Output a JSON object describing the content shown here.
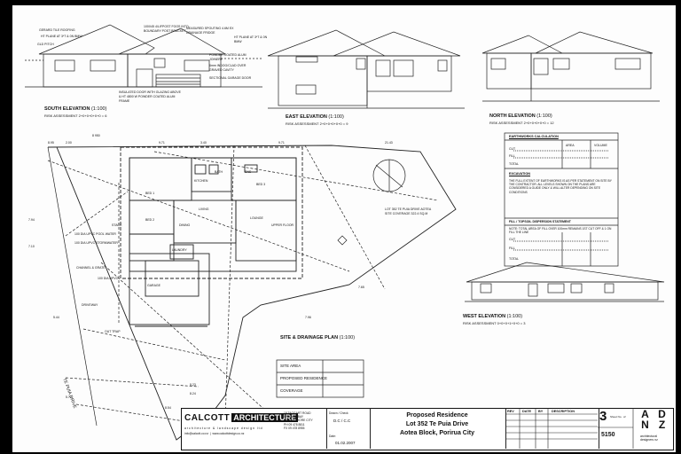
{
  "elevations": {
    "south": {
      "title": "SOUTH ELEVATION",
      "scale": "(1:100)",
      "risk": "RISK ASSESSMENT  2+0+0+0+0+0 = 6"
    },
    "east": {
      "title": "EAST ELEVATION",
      "scale": "(1:100)",
      "risk": "RISK ASSESSMENT  2+0+0+0+0+0 = 9"
    },
    "north": {
      "title": "NORTH ELEVATION",
      "scale": "(1:100)",
      "risk": "RISK ASSESSMENT  2+0+0+0+0+0 = 12"
    },
    "west": {
      "title": "WEST ELEVATION",
      "scale": "(1:100)",
      "risk": "RISK ASSESSMENT  0+0+0+1+0+0 = 3"
    }
  },
  "south_notes": [
    "GERARD TILE ROOFING",
    "HT PLANE AT 3*T & 0N BMW",
    "GLD PITCH",
    "100X45 4/LIFPOST FOOS INTO BOUNDARY POST BRACKET",
    "MEASURED SPOUTING 4.6M EX DRAINAGE FRIDGE",
    "HT PLANE AT 3*T & 0N BMW",
    "POWDER COATED ALUM JOINERY",
    "6mm INDOG/CLAD OVER GRAVED CAVITY",
    "SECTIONAL GARAGE DOOR",
    "INSULATED DOOR WITH GLAZING ABOVE & HT 4800 W POWDER COATED ALUM FRAME"
  ],
  "plan": {
    "title": "SITE & DRAINAGE PLAN",
    "scale": "(1:100)",
    "street": "TE PUIA DRIVE",
    "lot_note": "LOT 352 TE PUIA DRIVE AOTEA\nSITE COVERAGE 322.4 SQ.M",
    "rooms": [
      "DINING",
      "LOUNGE",
      "LIVING",
      "KITCHEN",
      "GARAGE",
      "BED 1",
      "BED 2",
      "BED 3",
      "ENS",
      "BATH",
      "LAUNDRY",
      "UPPER FLOOR"
    ],
    "notes": [
      "100 DIA UPVC POOL WATER",
      "100 DIA UPVC STORMWATER",
      "STACK",
      "DRIVEWAY",
      "CHANNEL & GRATE",
      "100 DIA UPVC",
      "OUT TRAP"
    ],
    "dimensions": [
      "8 950",
      "2.00",
      "9.71",
      "3.40",
      "9.71",
      "21.43",
      "7.65",
      "7.94",
      "7.96",
      "7.10",
      "8.23",
      "8.24",
      "8.54",
      "8.95",
      "5.72",
      "5.44"
    ]
  },
  "earthworks": {
    "title": "EARTHWORKS CALCULATION",
    "columns": [
      "AREA",
      "VOLUME"
    ],
    "rows": [
      "CUT",
      "FILL",
      "TOTAL"
    ],
    "excavation_title": "EXCAVATION",
    "excavation_text": "THE FULL EXTENT OF EARTHWORKS IS AS PER STATEMENT ON SITE BY THE CONTRACTOR. ALL LEVELS SHOWN ON THE PLANS ARE CONSIDERED A GUIDE ONLY & WILL ALTER DEPENDING ON SITE CONDITIONS",
    "fill_title": "FILL / TOPSOIL DISPERSION STATEMENT",
    "fill_text": "NOTE: TOTAL AREA OF FILL OVER 100mm REMAINS 1ST CUT OFF & 1 ON FILL THE LINE",
    "fill_rows": [
      "CUT",
      "FILL",
      "TOTAL"
    ]
  },
  "site_table": {
    "rows": [
      "SITE AREA",
      "PROPOSED RESIDENCE",
      "COVERAGE"
    ]
  },
  "title_block": {
    "firm": "CALCOTT",
    "firm_box": "ARCHITECTURE",
    "firm_sub": "a r c h i t e c t u r e   &   l a n d s c a p e   d e s i g n   l t d",
    "firm_contact": "info@calcott.co.nz  |  www.calcottdesign.co.nz",
    "address": "19 TAGGART ROAD\nBROWNS BAY\nNORTH SHORE CITY\nPH 09 478 8811\nFX 09 478 8955",
    "drawn_label": "Drawn / Check",
    "drawn_value": "D.C / C.C",
    "date_label": "Date:",
    "date_value": "01.02.2007",
    "project_line1": "Proposed Residence",
    "project_line2": "Lot 352 Te Puia Drive",
    "project_line3": "Aotea Block, Porirua City",
    "rev_headers": [
      "REV",
      "DATE",
      "BY",
      "DESCRIPTION"
    ],
    "sheet_number": "3",
    "sheet_of": "Sheet No.  of",
    "job_number": "5150",
    "logo_letters": [
      "A",
      "D",
      "N",
      "Z"
    ],
    "logo_text": "architectural\ndesigners nz"
  }
}
